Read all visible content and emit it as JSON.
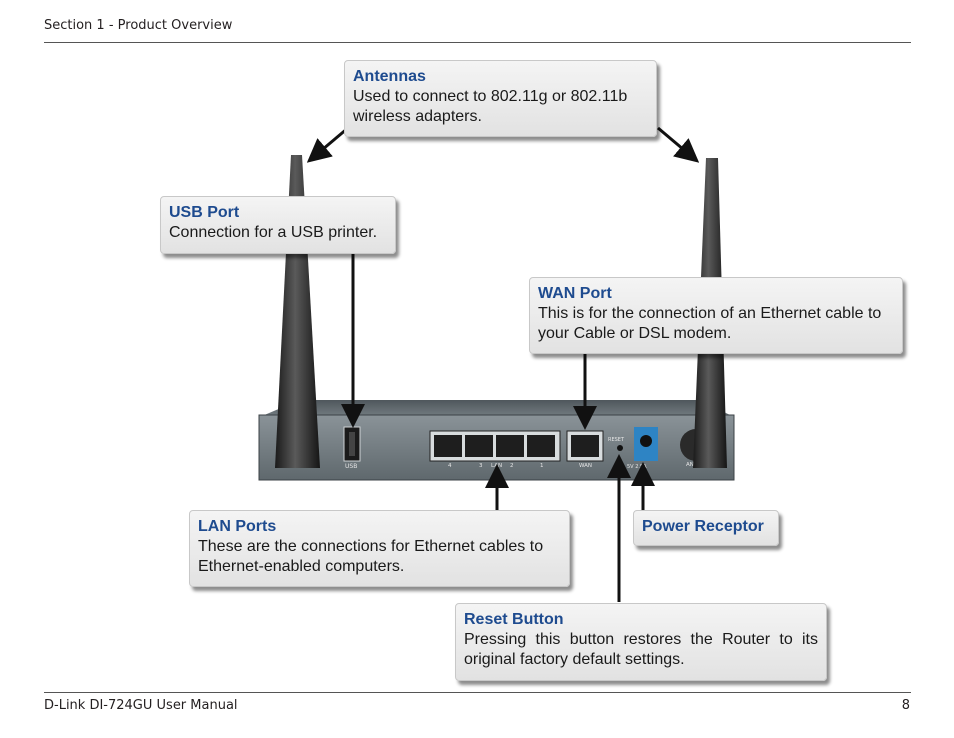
{
  "header": {
    "section": "Section 1 - Product Overview"
  },
  "footer": {
    "manual": "D-Link DI-724GU User Manual",
    "page": "8"
  },
  "callouts": {
    "antennas": {
      "title": "Antennas",
      "desc": "Used to connect to 802.11g or 802.11b wireless adapters."
    },
    "usb": {
      "title": "USB Port",
      "desc": "Connection for a USB printer."
    },
    "wan": {
      "title": "WAN Port",
      "desc": "This is for the connection of an Ethernet cable to your Cable or DSL modem."
    },
    "lan": {
      "title": "LAN Ports",
      "desc": "These are the connections for Ethernet cables to Ethernet-enabled computers."
    },
    "power": {
      "title": "Power Receptor"
    },
    "reset": {
      "title": "Reset Button",
      "desc": "Pressing this button restores the Router to its original factory default settings."
    }
  },
  "device_labels": {
    "usb": "USB",
    "lan": "LAN",
    "lan_ports": [
      "4",
      "3",
      "2",
      "1"
    ],
    "wan": "WAN",
    "reset": "RESET",
    "power": "5V 2.5A",
    "ant": "ANT"
  }
}
